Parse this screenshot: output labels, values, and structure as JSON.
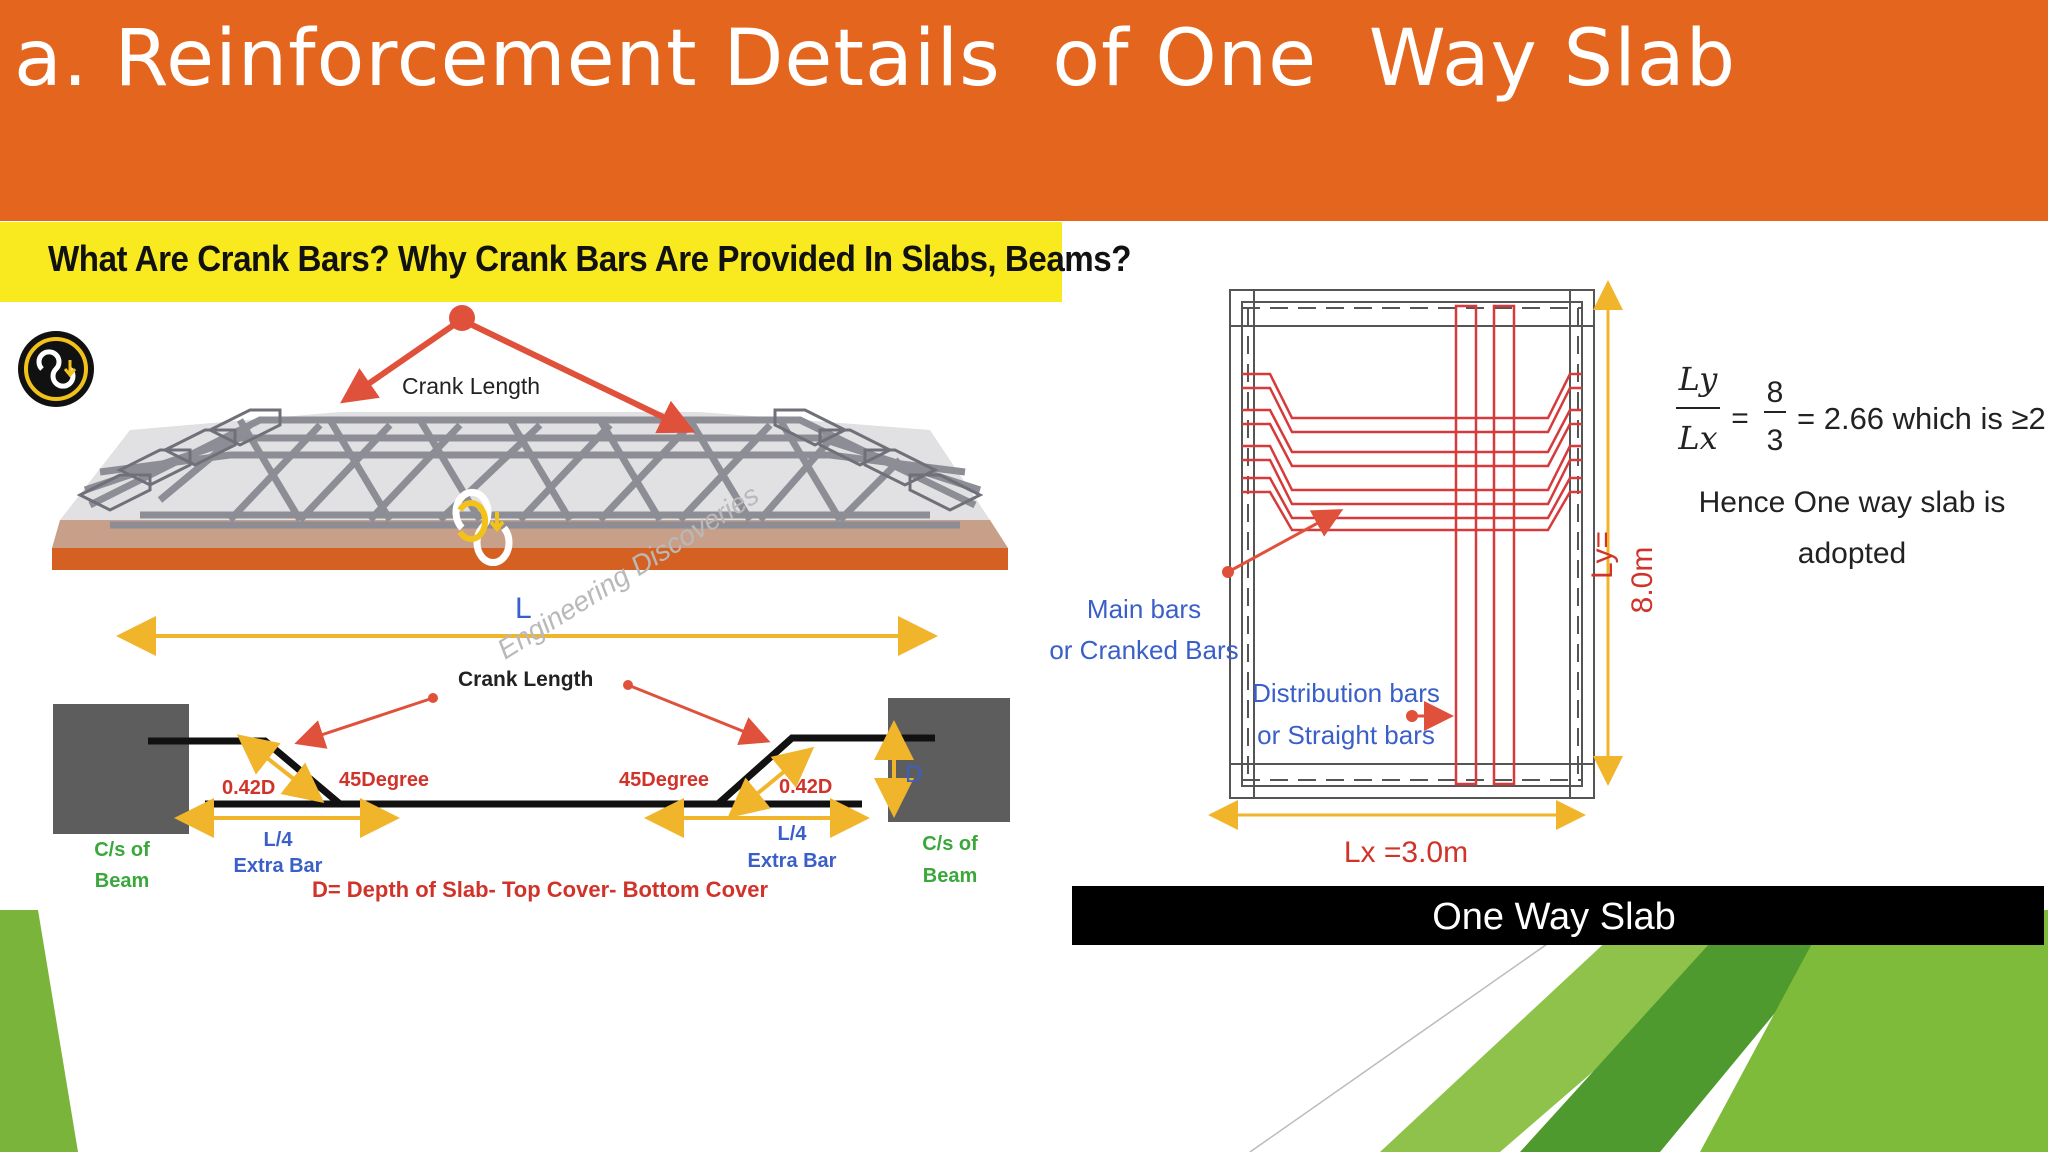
{
  "slide": {
    "title": "a. Reinforcement Details  of One  Way Slab",
    "header_color": "#e4661e"
  },
  "crank_figure": {
    "banner": "What Are Crank Bars? Why Crank Bars Are Provided In Slabs, Beams?",
    "crank_length_top": "Crank Length",
    "span_label": "L",
    "watermark": "Engineering Discoveries",
    "crank_length_bottom": "Crank Length",
    "left_beam": [
      "C/s of",
      "Beam"
    ],
    "right_beam": [
      "C/s of",
      "Beam"
    ],
    "left_offset": "0.42D",
    "right_offset": "0.42D",
    "left_angle": "45Degree",
    "right_angle": "45Degree",
    "depth_marker": "D",
    "left_extra": [
      "L/4",
      "Extra Bar"
    ],
    "right_extra": [
      "L/4",
      "Extra Bar"
    ],
    "depth_note": "D= Depth of Slab- Top Cover- Bottom Cover",
    "colors": {
      "arrow": "#e0513b",
      "dim": "#f1b52c",
      "green_label": "#3aa83a",
      "blue_label": "#3a5fc8",
      "red_label": "#d0332a"
    }
  },
  "one_way_figure": {
    "main_bars": [
      "Main bars",
      "or Cranked Bars"
    ],
    "distribution_bars": [
      "Distribution bars",
      "or Straight bars"
    ],
    "ly_label": "Ly=",
    "ly_value": "8.0m",
    "lx_label": "Lx =3.0m",
    "formula_num": "Ly",
    "formula_den": "Lx",
    "equals": "=",
    "fraction_num": "8",
    "fraction_den": "3",
    "result": "= 2.66 which is ≥2",
    "conclusion": [
      "Hence One way slab is",
      "adopted"
    ],
    "caption": "One Way Slab"
  }
}
